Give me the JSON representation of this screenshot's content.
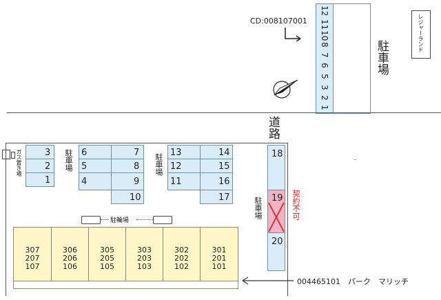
{
  "colors": {
    "parking": "#d9ecf7",
    "building": "#fff7c8",
    "unavailable": "#f2b3c4",
    "cross": "#d43a3a",
    "red_text": "#e02020"
  },
  "top": {
    "cd_code": "CD:008107001",
    "lot_label": "駐車場",
    "leisure_label": "レジャーランド",
    "slots": [
      "12",
      "11",
      "10",
      "8",
      "7",
      "6",
      "5",
      "3",
      "2",
      "1"
    ]
  },
  "road_label": "道路",
  "site": {
    "gas_label": "ガス置き場",
    "left_lot_label": "駐車場",
    "mid_lot_label": "駐車場",
    "right_lot_label": "駐車場",
    "bike_label": "駐輪場",
    "contract_label": "契約不可",
    "caption": "004465101　パーク　マリッチ",
    "spaces": {
      "s1": "1",
      "s2": "2",
      "s3": "3",
      "s4": "4",
      "s5": "5",
      "s6": "6",
      "s7": "7",
      "s8": "8",
      "s9": "9",
      "s10": "10",
      "s11": "11",
      "s12": "12",
      "s13": "13",
      "s14": "14",
      "s15": "15",
      "s16": "16",
      "s17": "17",
      "s18": "18",
      "s19": "19",
      "s20": "20"
    },
    "units": [
      {
        "top": "307",
        "mid": "207",
        "bottom": "107"
      },
      {
        "top": "306",
        "mid": "206",
        "bottom": "106"
      },
      {
        "top": "305",
        "mid": "205",
        "bottom": "105"
      },
      {
        "top": "303",
        "mid": "203",
        "bottom": "103"
      },
      {
        "top": "302",
        "mid": "202",
        "bottom": "102"
      },
      {
        "top": "301",
        "mid": "201",
        "bottom": "101"
      }
    ]
  }
}
